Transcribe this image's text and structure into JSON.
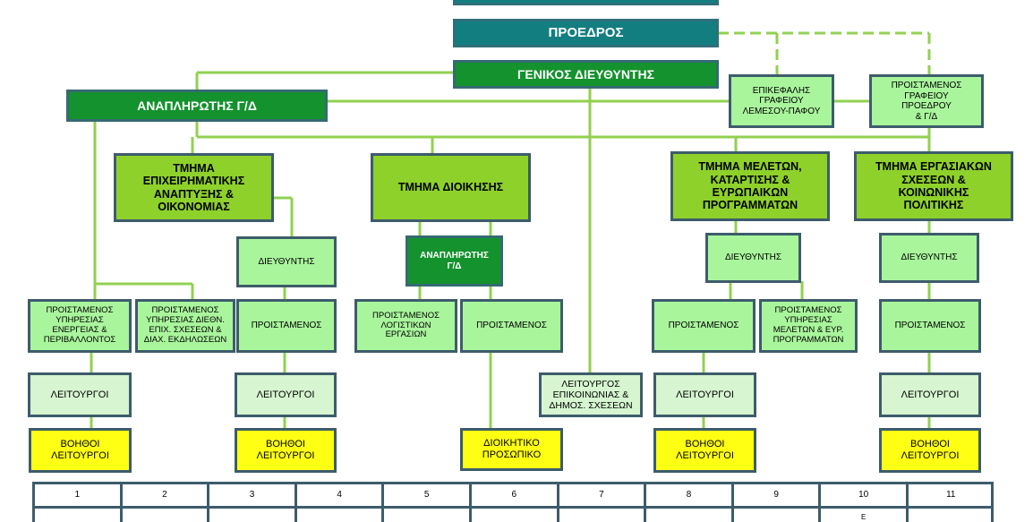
{
  "nodes": {
    "president": "ΠΡΟΕΔΡΟΣ",
    "general_director": "ΓΕΝΙΚΟΣ ΔΙΕΥΘΥΝΤΗΣ",
    "deputy_gd_main": "ΑΝΑΠΛΗΡΩΤΗΣ Γ/Δ",
    "head_office_limassol_pafos": "ΕΠΙΚΕΦΑΛΗΣ\nΓΡΑΦΕΙΟΥ\nΛΕΜΕΣΟΥ-ΠΑΦΟΥ",
    "head_office_president": "ΠΡΟΙΣΤΑΜΕΝΟΣ\nΓΡΑΦΕΙΟΥ\nΠΡΟΕΔΡΟΥ\n& Γ/Δ",
    "dept_business": "ΤΜΗΜΑ\nΕΠΙΧΕΙΡΗΜΑΤΙΚΗΣ\nΑΝΑΠΤΥΞΗΣ &\nΟΙΚΟΝΟΜΙΑΣ",
    "dept_admin": "ΤΜΗΜΑ ΔΙΟΙΚΗΣΗΣ",
    "dept_studies": "ΤΜΗΜΑ ΜΕΛΕΤΩΝ,\nΚΑΤΑΡΤΙΣΗΣ &\nΕΥΡΩΠΑΙΚΩΝ\nΠΡΟΓΡΑΜΜΑΤΩΝ",
    "dept_labour": "ΤΜΗΜΑ ΕΡΓΑΣΙΑΚΩΝ\nΣΧΕΣΕΩΝ &\nΚΟΙΝΩΝΙΚΗΣ\nΠΟΛΙΤΙΚΗΣ",
    "director_business": "ΔΙΕΥΘΥΝΤΗΣ",
    "deputy_gd_admin": "ΑΝΑΠΛΗΡΩΤΗΣ\nΓ/Δ",
    "director_studies": "ΔΙΕΥΘΥΝΤΗΣ",
    "director_labour": "ΔΙΕΥΘΥΝΤΗΣ",
    "head_energy": "ΠΡΟΙΣΤΑΜΕΝΟΣ\nΥΠΗΡΕΣΙΑΣ\nΕΝΕΡΓΕΙΑΣ &\nΠΕΡΙΒΑΛΛΟΝΤΟΣ",
    "head_intl": "ΠΡΟΙΣΤΑΜΕΝΟΣ\nΥΠΗΡΕΣΙΑΣ ΔΙΕΘΝ.\nΕΠΙΧ. ΣΧΕΣΕΩΝ &\nΔΙΑΧ. ΕΚΔΗΛΩΣΕΩΝ",
    "head_business": "ΠΡΟΙΣΤΑΜΕΝΟΣ",
    "head_accounting": "ΠΡΟΙΣΤΑΜΕΝΟΣ\nΛΟΓΙΣΤΙΚΩΝ\nΕΡΓΑΣΙΩΝ",
    "head_admin": "ΠΡΟΙΣΤΑΜΕΝΟΣ",
    "head_studies": "ΠΡΟΙΣΤΑΜΕΝΟΣ",
    "head_eu_programs": "ΠΡΟΙΣΤΑΜΕΝΟΣ\nΥΠΗΡΕΣΙΑΣ\nΜΕΛΕΤΩΝ & ΕΥΡ.\nΠΡΟΓΡΑΜΜΑΤΩΝ",
    "head_labour": "ΠΡΟΙΣΤΑΜΕΝΟΣ",
    "officers_energy": "ΛΕΙΤΟΥΡΓΟΙ",
    "officers_business": "ΛΕΙΤΟΥΡΓΟΙ",
    "officer_pr": "ΛΕΙΤΟΥΡΓΟΣ\nΕΠΙΚΟΙΝΩΝΙΑΣ &\nΔΗΜΟΣ. ΣΧΕΣΕΩΝ",
    "officers_studies": "ΛΕΙΤΟΥΡΓΟΙ",
    "officers_labour": "ΛΕΙΤΟΥΡΓΟΙ",
    "assistants_energy": "ΒΟΗΘΟΙ\nΛΕΙΤΟΥΡΓΟΙ",
    "assistants_business": "ΒΟΗΘΟΙ\nΛΕΙΤΟΥΡΓΟΙ",
    "admin_staff": "ΔΙΟΙΚΗΤΙΚΟ\nΠΡΟΣΩΠΙΚΟ",
    "assistants_studies": "ΒΟΗΘΟΙ\nΛΕΙΤΟΥΡΓΟΙ",
    "assistants_labour": "ΒΟΗΘΟΙ\nΛΕΙΤΟΥΡΓΟΙ"
  },
  "number_row": {
    "numbers": [
      "1",
      "2",
      "3",
      "4",
      "5",
      "6",
      "7",
      "8",
      "9",
      "10",
      "11"
    ],
    "partial_text": "Ε"
  },
  "colors": {
    "teal": "#137e80",
    "dark_green": "#14922e",
    "medium_green": "#8ed12b",
    "light_green": "#a9f59c",
    "pale_green": "#d6f5d0",
    "yellow": "#ffff14",
    "connector": "#92d050",
    "border": "#3d5c6b"
  }
}
